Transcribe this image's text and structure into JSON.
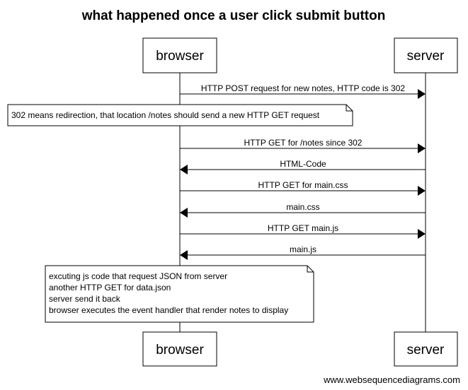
{
  "diagram": {
    "title": "what happened once a user click submit button",
    "actors": [
      {
        "id": "browser",
        "label": "browser"
      },
      {
        "id": "server",
        "label": "server"
      }
    ],
    "steps": [
      {
        "kind": "message",
        "from": "browser",
        "to": "server",
        "label": "HTTP POST request for new notes, HTTP code is 302"
      },
      {
        "kind": "note",
        "lines": [
          "302 means redirection, that location /notes should send a new HTTP GET request"
        ]
      },
      {
        "kind": "message",
        "from": "browser",
        "to": "server",
        "label": "HTTP GET for /notes since 302"
      },
      {
        "kind": "message",
        "from": "server",
        "to": "browser",
        "label": "HTML-Code"
      },
      {
        "kind": "message",
        "from": "browser",
        "to": "server",
        "label": "HTTP GET for main.css"
      },
      {
        "kind": "message",
        "from": "server",
        "to": "browser",
        "label": "main.css"
      },
      {
        "kind": "message",
        "from": "browser",
        "to": "server",
        "label": "HTTP GET main.js"
      },
      {
        "kind": "message",
        "from": "server",
        "to": "browser",
        "label": "main.js"
      },
      {
        "kind": "note",
        "lines": [
          "excuting js code that request JSON from server",
          "another HTTP GET for data.json",
          "server send it back",
          "browser executes the event handler that render notes to display"
        ]
      }
    ],
    "footer": "www.websequencediagrams.com"
  }
}
